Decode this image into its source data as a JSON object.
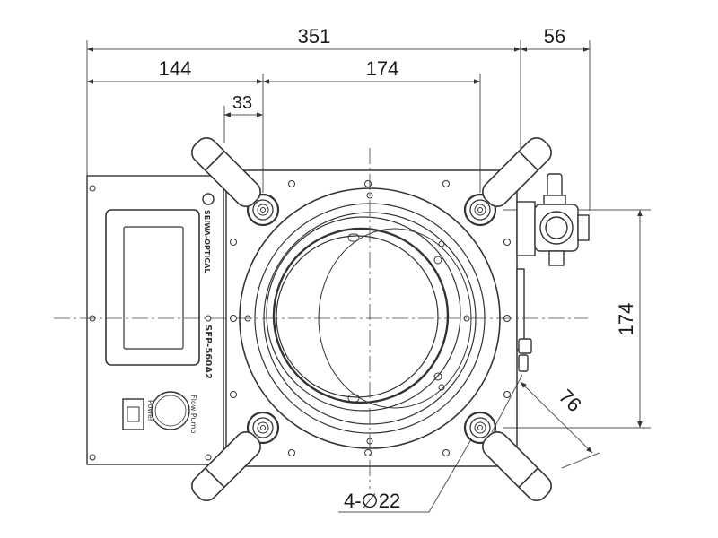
{
  "dimensions": {
    "overall_width": "351",
    "right_offset": "56",
    "left_width": "144",
    "bolt_spacing_h": "174",
    "handle_offset": "33",
    "bolt_spacing_v": "174",
    "diagonal": "76",
    "hole_callout": "4-∅22"
  },
  "panel": {
    "brand": "SEIWA-OPTICAL",
    "model": "SFP-560A2",
    "power_label": "Power",
    "pump_label": "Flow Pump"
  },
  "colors": {
    "line": "#333333",
    "background": "#ffffff"
  }
}
